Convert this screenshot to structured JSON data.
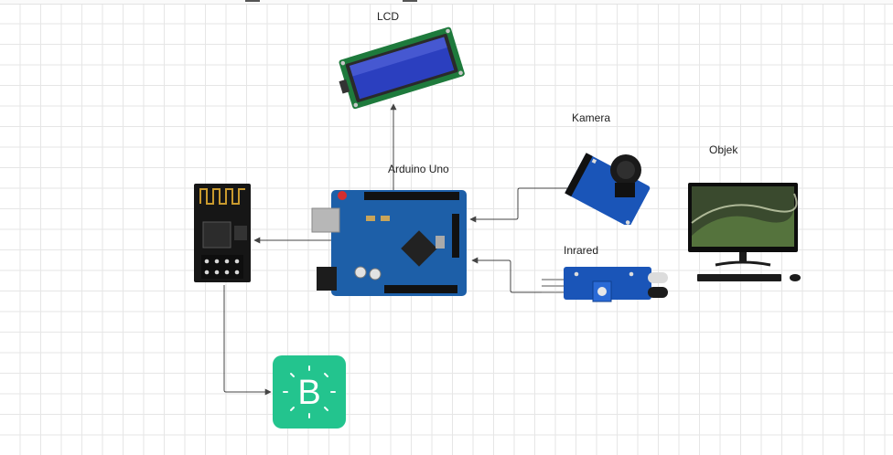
{
  "labels": {
    "lcd": "LCD",
    "arduino": "Arduino Uno",
    "camera": "Kamera",
    "object": "Objek",
    "infrared": "Inrared"
  },
  "colors": {
    "connector": "#444444",
    "blynk_brand": "#23c48e",
    "arduino_board": "#1d5fa8",
    "lcd_screen": "#2b3fbf",
    "module_blue": "#1a55b8"
  },
  "icons": {
    "lcd": "lcd-display-module",
    "arduino": "arduino-uno-board",
    "esp": "esp8266-wifi-module",
    "camera": "camera-module",
    "object": "desktop-computer",
    "infrared": "infrared-sensor-module",
    "blynk": "blynk-app-logo"
  },
  "blynk_letter": "B"
}
